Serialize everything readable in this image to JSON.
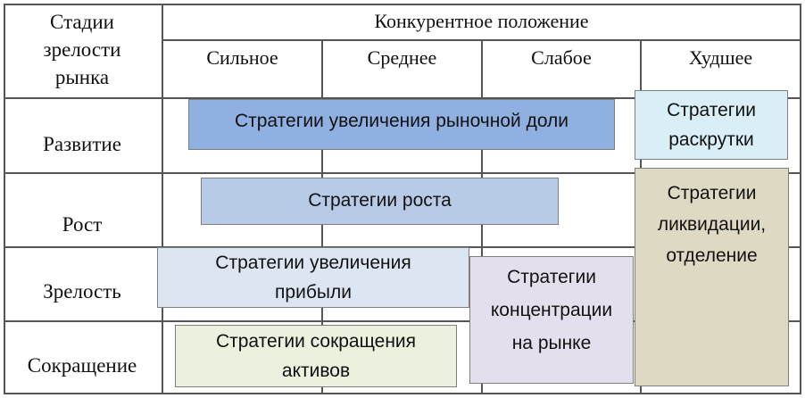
{
  "table": {
    "corner_header": [
      "Стадии",
      "зрелости",
      "рынка"
    ],
    "group_header": "Конкурентное положение",
    "columns": [
      "Сильное",
      "Среднее",
      "Слабое",
      "Худшее"
    ],
    "rows": [
      "Развитие",
      "Рост",
      "Зрелость",
      "Сокращение"
    ]
  },
  "strategies": [
    {
      "id": "share-growth",
      "lines": [
        "Стратегии  увеличения  рыночной доли"
      ],
      "color": "#8fb0e0"
    },
    {
      "id": "promotion",
      "lines": [
        "Стратегии",
        "раскрутки"
      ],
      "color": "#d9eef6"
    },
    {
      "id": "growth",
      "lines": [
        "Стратегии  роста"
      ],
      "color": "#b7cbe6"
    },
    {
      "id": "liquidation",
      "lines": [
        "Стратегии",
        "ликвидации,",
        "отделение"
      ],
      "color": "#ddd9c3"
    },
    {
      "id": "profit-growth",
      "lines": [
        "Стратегии  увеличения",
        "прибыли"
      ],
      "color": "#dce6f2"
    },
    {
      "id": "concentration",
      "lines": [
        "Стратегии",
        "концентрации",
        "на рынке"
      ],
      "color": "#e4dfec"
    },
    {
      "id": "asset-reduction",
      "lines": [
        "Стратегии  сокращения",
        "активов"
      ],
      "color": "#ebf1de"
    }
  ]
}
